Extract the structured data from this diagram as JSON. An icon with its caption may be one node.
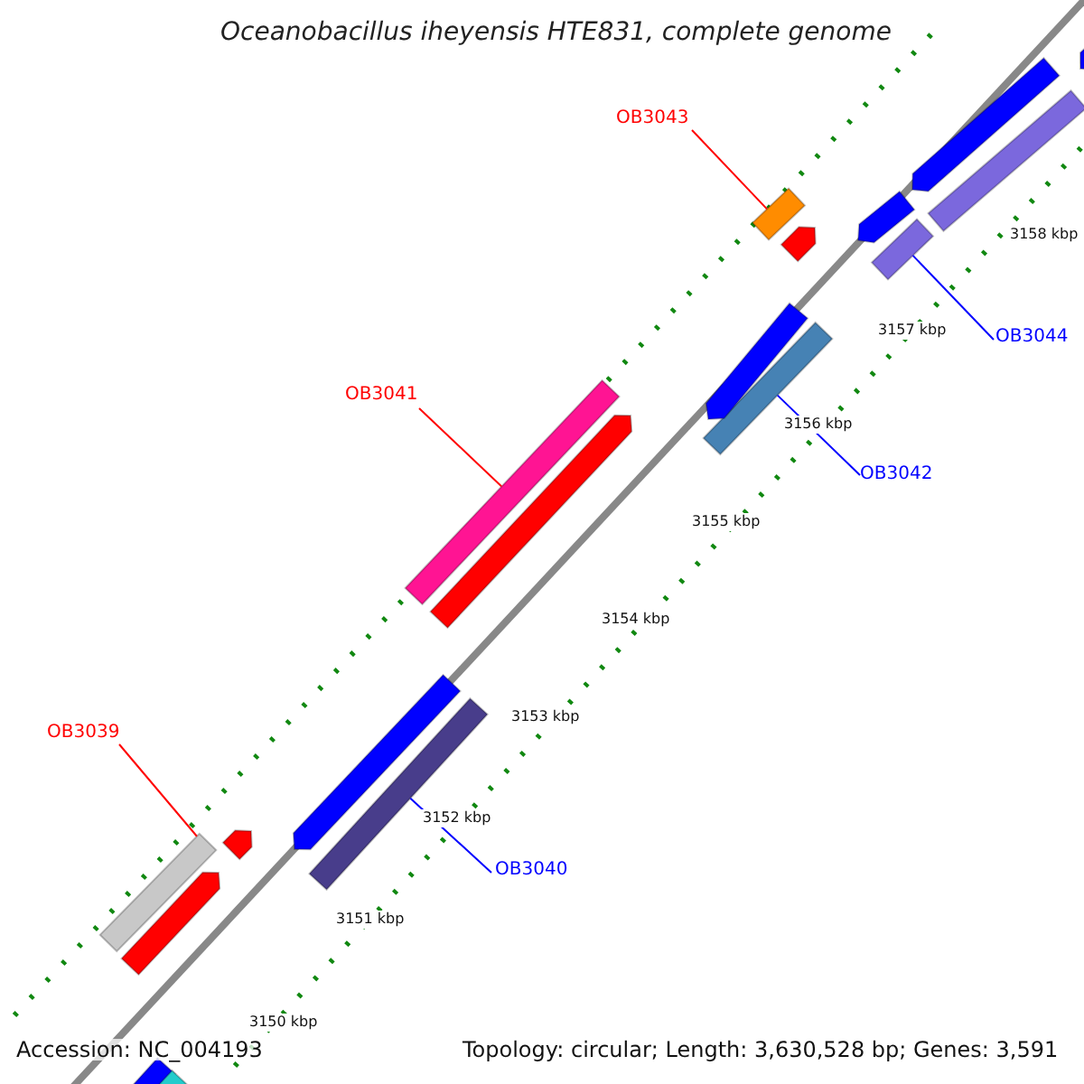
{
  "diagram": {
    "title": "Oceanobacillus iheyensis HTE831, complete genome",
    "nodes": [
      {
        "text": [
          "OB3043"
        ]
      },
      {
        "text": [],
        "shape": "bar"
      },
      {
        "text": [
          "OB3044"
        ]
      },
      {
        "text": [],
        "shape": "bar"
      },
      {
        "text": [
          "OB3041"
        ]
      },
      {
        "text": [],
        "shape": "bar"
      },
      {
        "text": [
          "OB3042"
        ]
      },
      {
        "text": [],
        "shape": "bar"
      },
      {
        "text": [
          "OB3039"
        ]
      },
      {
        "text": [],
        "shape": "bar"
      },
      {
        "text": [
          "OB3040"
        ]
      },
      {
        "text": [],
        "shape": "bar"
      },
      {
        "text": [],
        "shape": "pentagon"
      },
      {
        "text": [],
        "shape": "pentagon"
      },
      {
        "text": [],
        "shape": "pentagon"
      },
      {
        "text": [],
        "shape": "pentagon"
      },
      {
        "text": [],
        "shape": "pentagon"
      },
      {
        "text": [],
        "shape": "pentagon"
      },
      {
        "text": [],
        "shape": "pentagon"
      },
      {
        "text": [],
        "shape": "pentagon"
      },
      {
        "text": [],
        "shape": "pentagon"
      },
      {
        "text": [],
        "shape": "bar"
      },
      {
        "text": [],
        "shape": "pentagon"
      },
      {
        "text": [],
        "shape": "bar"
      }
    ],
    "edges": [
      {
        "from": 0,
        "to": 1,
        "arrow": "none",
        "color": "#ff0000"
      },
      {
        "from": 2,
        "to": 3,
        "arrow": "none",
        "color": "#0000ff"
      },
      {
        "from": 4,
        "to": 5,
        "arrow": "none",
        "color": "#ff0000"
      },
      {
        "from": 6,
        "to": 7,
        "arrow": "none",
        "color": "#0000ff"
      },
      {
        "from": 8,
        "to": 9,
        "arrow": "none",
        "color": "#ff0000"
      },
      {
        "from": 10,
        "to": 11,
        "arrow": "none",
        "color": "#0000ff"
      }
    ],
    "labels": [
      "3158 kbp",
      "3157 kbp",
      "3156 kbp",
      "3155 kbp",
      "3154 kbp",
      "3153 kbp",
      "3152 kbp",
      "3151 kbp",
      "3150 kbp",
      "Accession: NC_004193",
      "Topology: circular; Length: 3,630,528 bp; Genes: 3,591"
    ]
  }
}
